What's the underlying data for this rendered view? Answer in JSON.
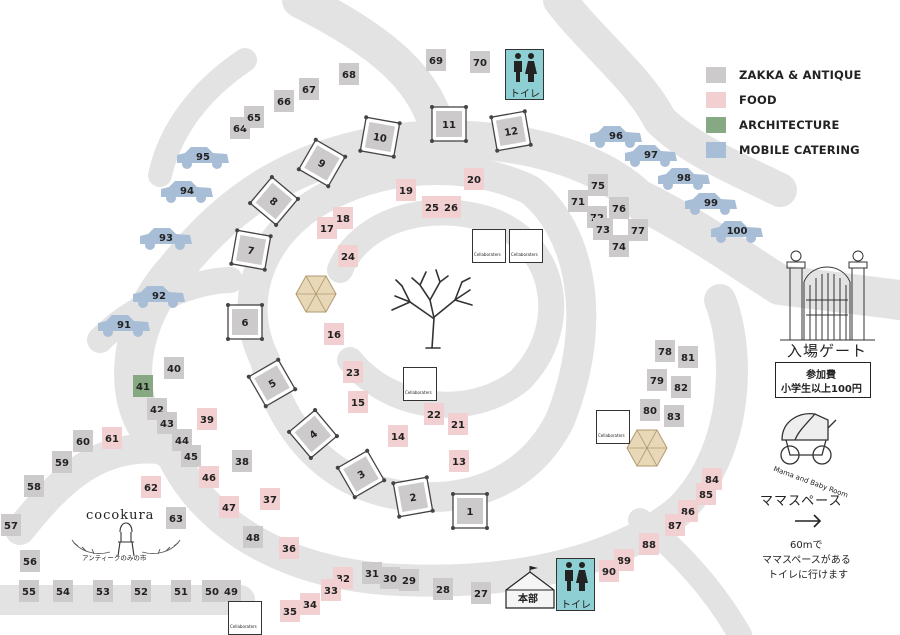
{
  "map": {
    "colors": {
      "zakka": "#cdcacb",
      "food": "#f2cfd1",
      "architecture": "#86a882",
      "mobile": "#a8bdd6",
      "road": "#e3e3e3",
      "toilet": "#8ecfd3"
    },
    "legend": [
      {
        "label": "ZAKKA & ANTIQUE",
        "color": "#cdcacb"
      },
      {
        "label": "FOOD",
        "color": "#f2cfd1"
      },
      {
        "label": "ARCHITECTURE",
        "color": "#86a882"
      },
      {
        "label": "MOBILE CATERING",
        "color": "#a8bdd6"
      }
    ],
    "booths": [
      {
        "id": "1",
        "t": "z",
        "frame": true
      },
      {
        "id": "2",
        "t": "z",
        "frame": true
      },
      {
        "id": "3",
        "t": "z",
        "frame": true
      },
      {
        "id": "4",
        "t": "z",
        "frame": true
      },
      {
        "id": "5",
        "t": "z",
        "frame": true
      },
      {
        "id": "6",
        "t": "z",
        "frame": true
      },
      {
        "id": "7",
        "t": "z",
        "frame": true
      },
      {
        "id": "8",
        "t": "z",
        "frame": true
      },
      {
        "id": "9",
        "t": "z",
        "frame": true
      },
      {
        "id": "10",
        "t": "z",
        "frame": true
      },
      {
        "id": "11",
        "t": "z",
        "frame": true
      },
      {
        "id": "12",
        "t": "z",
        "frame": true
      },
      {
        "id": "13",
        "t": "f"
      },
      {
        "id": "14",
        "t": "f"
      },
      {
        "id": "15",
        "t": "f"
      },
      {
        "id": "16",
        "t": "f"
      },
      {
        "id": "17",
        "t": "f"
      },
      {
        "id": "18",
        "t": "f"
      },
      {
        "id": "19",
        "t": "f"
      },
      {
        "id": "20",
        "t": "f"
      },
      {
        "id": "21",
        "t": "f"
      },
      {
        "id": "22",
        "t": "f"
      },
      {
        "id": "23",
        "t": "f"
      },
      {
        "id": "24",
        "t": "f"
      },
      {
        "id": "25",
        "t": "f"
      },
      {
        "id": "26",
        "t": "f"
      },
      {
        "id": "27",
        "t": "z"
      },
      {
        "id": "28",
        "t": "z"
      },
      {
        "id": "29",
        "t": "z"
      },
      {
        "id": "30",
        "t": "z"
      },
      {
        "id": "31",
        "t": "z"
      },
      {
        "id": "32",
        "t": "f"
      },
      {
        "id": "33",
        "t": "f"
      },
      {
        "id": "34",
        "t": "f"
      },
      {
        "id": "35",
        "t": "f"
      },
      {
        "id": "36",
        "t": "f"
      },
      {
        "id": "37",
        "t": "f"
      },
      {
        "id": "38",
        "t": "z"
      },
      {
        "id": "39",
        "t": "f"
      },
      {
        "id": "40",
        "t": "z"
      },
      {
        "id": "41",
        "t": "a"
      },
      {
        "id": "42",
        "t": "z"
      },
      {
        "id": "43",
        "t": "z"
      },
      {
        "id": "44",
        "t": "z"
      },
      {
        "id": "45",
        "t": "z"
      },
      {
        "id": "46",
        "t": "f"
      },
      {
        "id": "47",
        "t": "f"
      },
      {
        "id": "48",
        "t": "z"
      },
      {
        "id": "49",
        "t": "z"
      },
      {
        "id": "50",
        "t": "z"
      },
      {
        "id": "51",
        "t": "z"
      },
      {
        "id": "52",
        "t": "z"
      },
      {
        "id": "53",
        "t": "z"
      },
      {
        "id": "54",
        "t": "z"
      },
      {
        "id": "55",
        "t": "z"
      },
      {
        "id": "56",
        "t": "z"
      },
      {
        "id": "57",
        "t": "z"
      },
      {
        "id": "58",
        "t": "z"
      },
      {
        "id": "59",
        "t": "z"
      },
      {
        "id": "60",
        "t": "z"
      },
      {
        "id": "61",
        "t": "f"
      },
      {
        "id": "62",
        "t": "f"
      },
      {
        "id": "63",
        "t": "z"
      },
      {
        "id": "64",
        "t": "z"
      },
      {
        "id": "65",
        "t": "z"
      },
      {
        "id": "66",
        "t": "z"
      },
      {
        "id": "67",
        "t": "z"
      },
      {
        "id": "68",
        "t": "z"
      },
      {
        "id": "69",
        "t": "z"
      },
      {
        "id": "70",
        "t": "z"
      },
      {
        "id": "71",
        "t": "z"
      },
      {
        "id": "72",
        "t": "z"
      },
      {
        "id": "73",
        "t": "z"
      },
      {
        "id": "74",
        "t": "z"
      },
      {
        "id": "75",
        "t": "z"
      },
      {
        "id": "76",
        "t": "z"
      },
      {
        "id": "77",
        "t": "z"
      },
      {
        "id": "78",
        "t": "z"
      },
      {
        "id": "79",
        "t": "z"
      },
      {
        "id": "80",
        "t": "z"
      },
      {
        "id": "81",
        "t": "z"
      },
      {
        "id": "82",
        "t": "z"
      },
      {
        "id": "83",
        "t": "z"
      },
      {
        "id": "84",
        "t": "f"
      },
      {
        "id": "85",
        "t": "f"
      },
      {
        "id": "86",
        "t": "f"
      },
      {
        "id": "87",
        "t": "f"
      },
      {
        "id": "88",
        "t": "f"
      },
      {
        "id": "89",
        "t": "f"
      },
      {
        "id": "90",
        "t": "f"
      },
      {
        "id": "91",
        "t": "m"
      },
      {
        "id": "92",
        "t": "m"
      },
      {
        "id": "93",
        "t": "m"
      },
      {
        "id": "94",
        "t": "m"
      },
      {
        "id": "95",
        "t": "m"
      },
      {
        "id": "96",
        "t": "m"
      },
      {
        "id": "97",
        "t": "m"
      },
      {
        "id": "98",
        "t": "m"
      },
      {
        "id": "99",
        "t": "m"
      },
      {
        "id": "100",
        "t": "m"
      }
    ],
    "labels": {
      "toilet": "トイレ",
      "hq": "本部",
      "cellabo": "Cellaboraters",
      "cocokura_title": "cocokura",
      "cocokura_sub": "アンティークのみの市",
      "gate_title": "入場ゲート",
      "fee_line1": "参加費",
      "fee_line2": "小学生以上100円",
      "baby_room": "Mama and Baby Room",
      "mama_space": "ママスペース",
      "arrow": "→",
      "mama_note1": "60mで",
      "mama_note2": "ママスペースがある",
      "mama_note3": "トイレに行けます"
    },
    "icons": [
      "toilet-icon",
      "tree-icon",
      "gate-icon",
      "tent-icon",
      "hexagon-tent-icon",
      "pram-icon",
      "chair-icon",
      "cellaboraters-logo",
      "vintage-car-icon"
    ]
  }
}
